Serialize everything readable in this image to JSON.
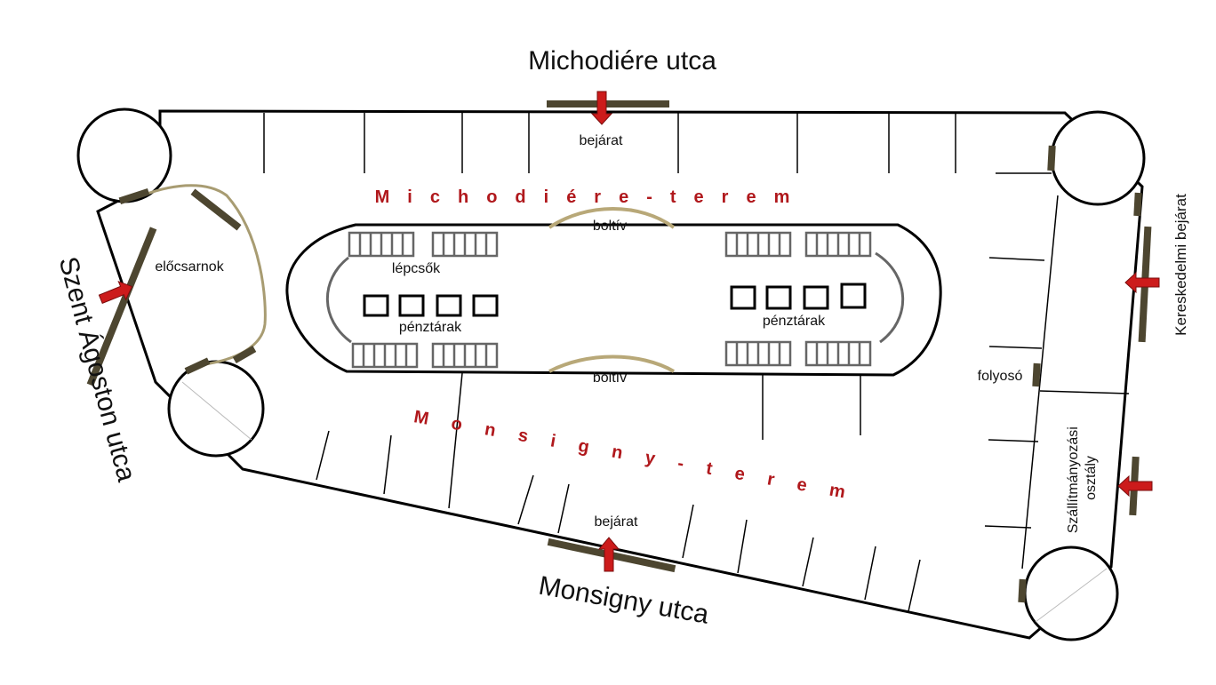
{
  "streets": {
    "north": "Michodiére utca",
    "south": "Monsigny utca",
    "west": "Szent Ágoston utca",
    "east_entrance": "Kereskedelmi bejárat"
  },
  "halls": {
    "north": "Michodiére-terem",
    "south": "Monsigny-terem"
  },
  "rooms": {
    "lobby": "előcsarnok",
    "shipping": "Szállítmányozási osztály",
    "corridor": "folyosó"
  },
  "labels": {
    "entrance_north": "bejárat",
    "entrance_south": "bejárat",
    "arch_north": "boltív",
    "arch_south": "boltív",
    "stairs": "lépcsők",
    "cashiers_left": "pénztárak",
    "cashiers_right": "pénztárak"
  },
  "colors": {
    "wall": "#000000",
    "door": "#4d4630",
    "arrow": "#cc1b1b",
    "hall_text": "#b0181c",
    "arch": "#b8a878",
    "stairs": "#6a6a6a"
  }
}
